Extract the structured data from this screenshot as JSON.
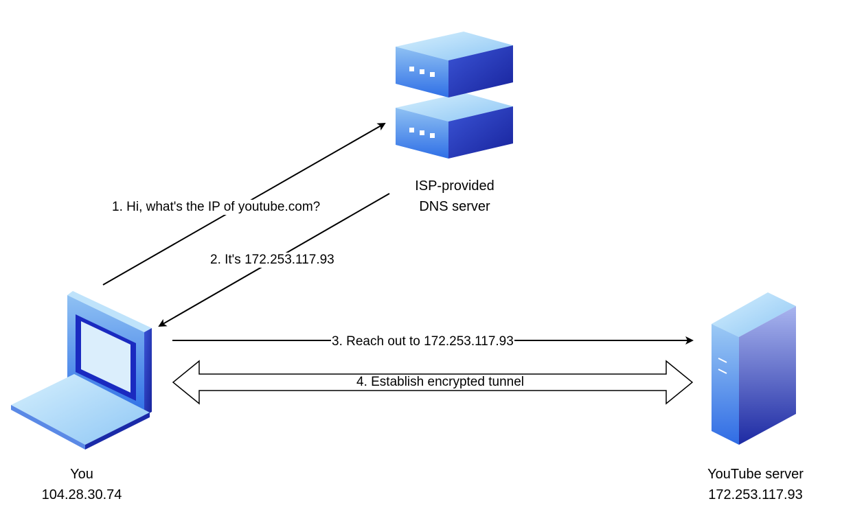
{
  "nodes": {
    "dns": {
      "line1": "ISP-provided",
      "line2": "DNS server",
      "icon": "dns-server-stack-icon"
    },
    "you": {
      "name": "You",
      "ip": "104.28.30.74",
      "icon": "laptop-icon"
    },
    "youtube": {
      "name": "YouTube server",
      "ip": "172.253.117.93",
      "icon": "tower-server-icon"
    }
  },
  "edges": {
    "step1": "1. Hi, what's the IP of youtube.com?",
    "step2": "2. It's 172.253.117.93",
    "step3": "3. Reach out to 172.253.117.93",
    "step4": "4. Establish encrypted tunnel"
  },
  "colors": {
    "icon_light": "#bfe3fb",
    "icon_mid": "#7fb6f3",
    "icon_dark": "#1a2aa8",
    "line": "#000000"
  }
}
